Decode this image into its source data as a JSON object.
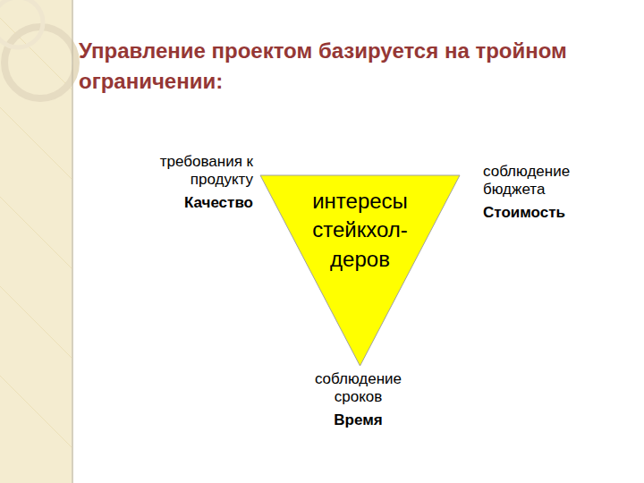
{
  "diagram": {
    "title": "Управление проектом базируется на тройном ограничении:",
    "nodes": [
      {
        "text": [
          "интересы стейкхол- деров"
        ]
      }
    ],
    "labels": [
      "требования к продукту",
      "Качество",
      "соблюдение бюджета",
      "Стоимость",
      "соблюдение сроков",
      "Время"
    ]
  }
}
